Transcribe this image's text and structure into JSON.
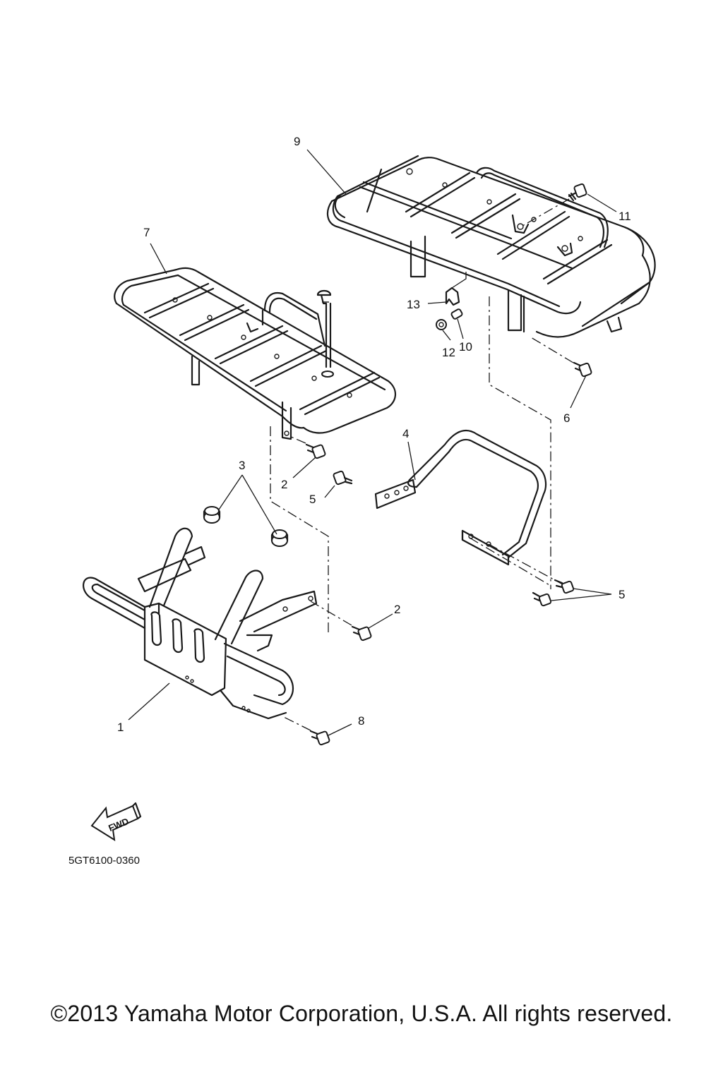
{
  "callouts": {
    "c1": "1",
    "c2a": "2",
    "c2b": "2",
    "c3": "3",
    "c4": "4",
    "c5a": "5",
    "c5b": "5",
    "c6": "6",
    "c7": "7",
    "c8": "8",
    "c9": "9",
    "c10": "10",
    "c11": "11",
    "c12": "12",
    "c13": "13"
  },
  "fwd_label": "FWD",
  "diagram_code": "5GT6100-0360",
  "copyright": "©2013 Yamaha Motor Corporation, U.S.A. All rights reserved."
}
